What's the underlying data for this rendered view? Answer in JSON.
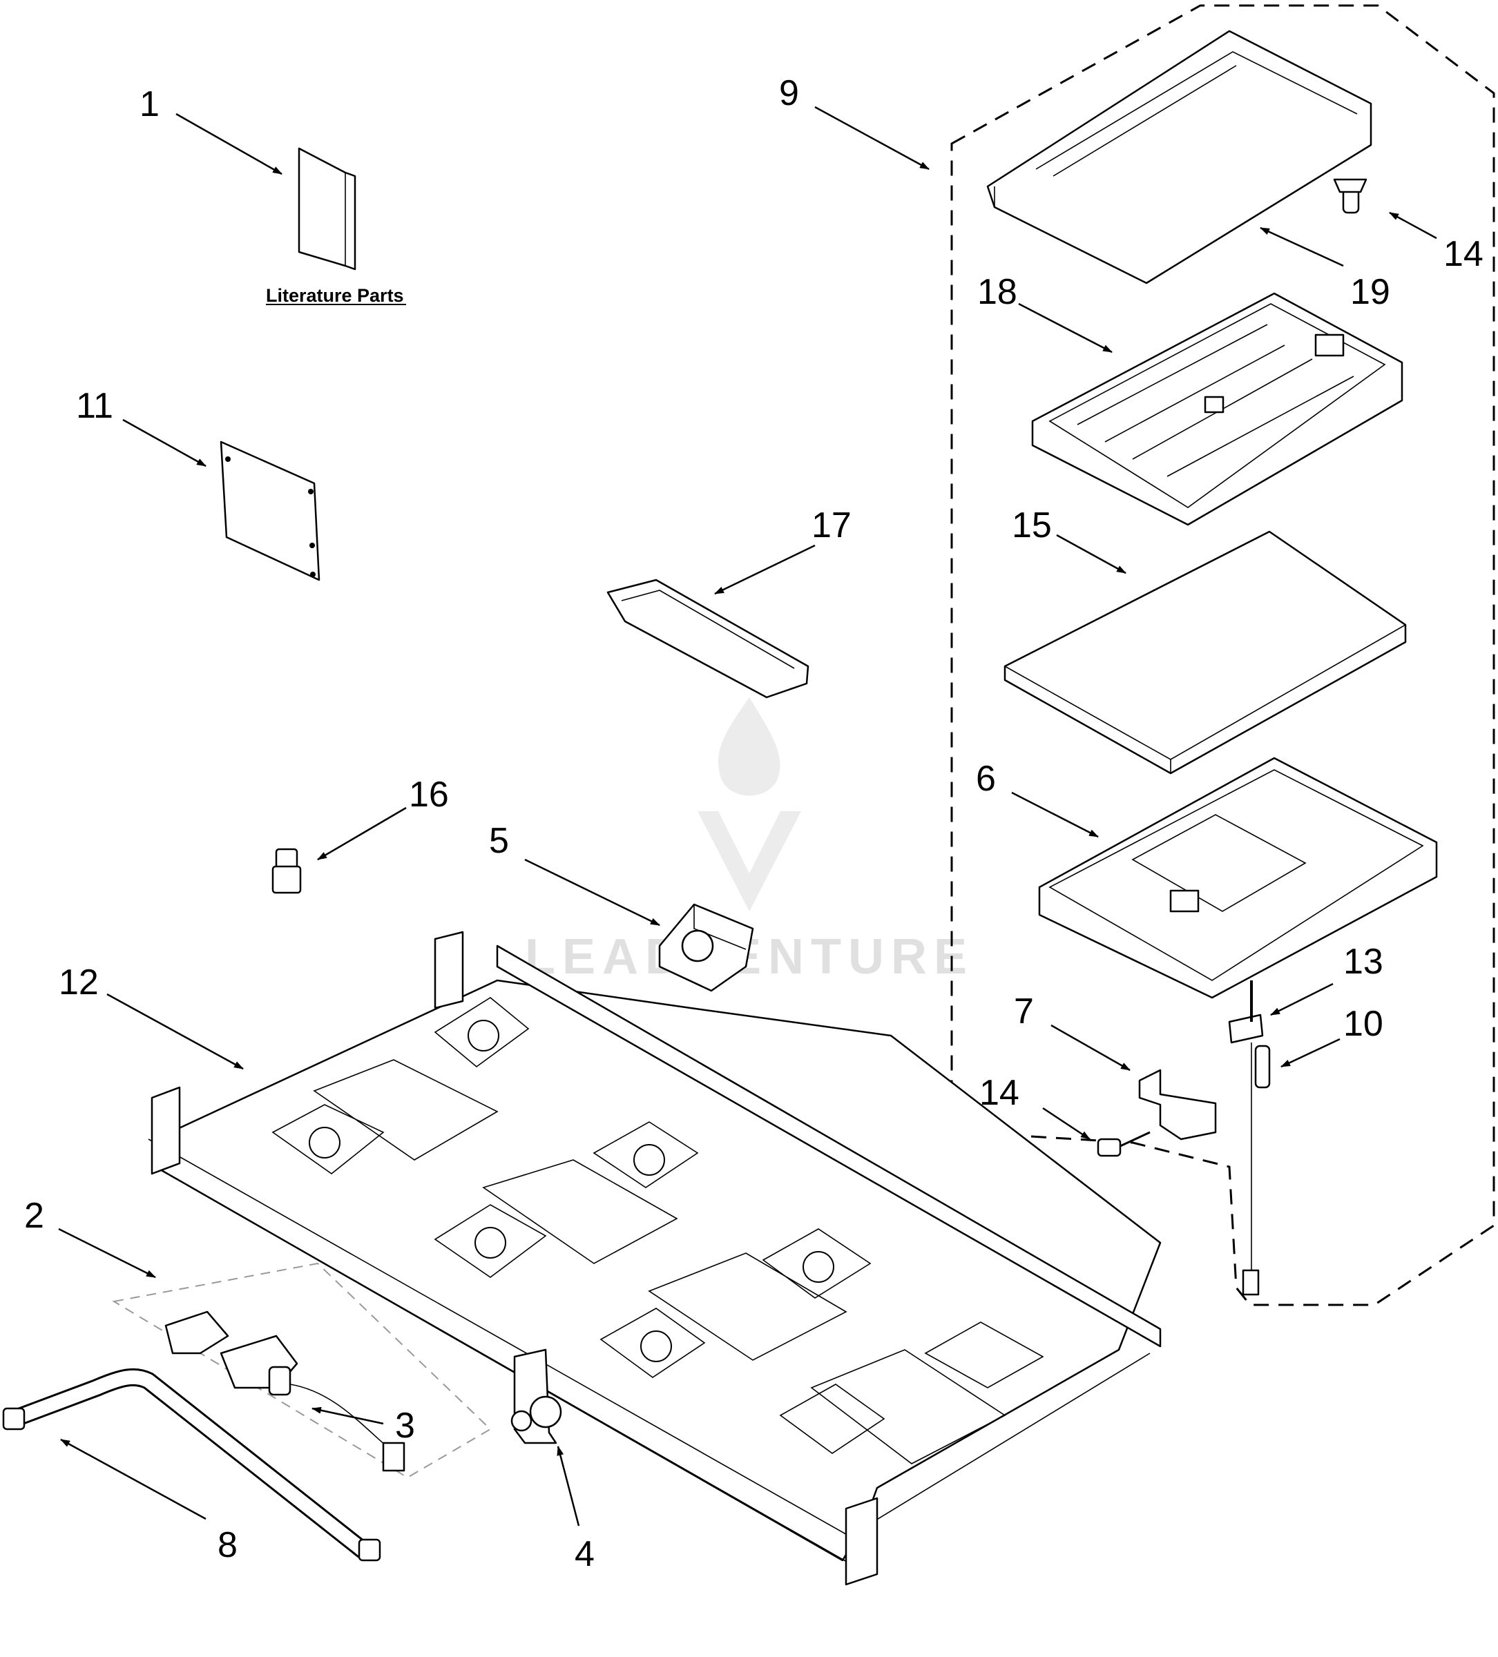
{
  "diagram": {
    "literature_label": "Literature Parts",
    "watermark": "LEADVENTURE",
    "callouts": [
      {
        "id": "1",
        "label": "1"
      },
      {
        "id": "2",
        "label": "2"
      },
      {
        "id": "3",
        "label": "3"
      },
      {
        "id": "4",
        "label": "4"
      },
      {
        "id": "5",
        "label": "5"
      },
      {
        "id": "6",
        "label": "6"
      },
      {
        "id": "7",
        "label": "7"
      },
      {
        "id": "8",
        "label": "8"
      },
      {
        "id": "9",
        "label": "9"
      },
      {
        "id": "10",
        "label": "10"
      },
      {
        "id": "11",
        "label": "11"
      },
      {
        "id": "12",
        "label": "12"
      },
      {
        "id": "13",
        "label": "13"
      },
      {
        "id": "14a",
        "label": "14"
      },
      {
        "id": "14b",
        "label": "14"
      },
      {
        "id": "15",
        "label": "15"
      },
      {
        "id": "16",
        "label": "16"
      },
      {
        "id": "17",
        "label": "17"
      },
      {
        "id": "18",
        "label": "18"
      },
      {
        "id": "19",
        "label": "19"
      }
    ]
  }
}
